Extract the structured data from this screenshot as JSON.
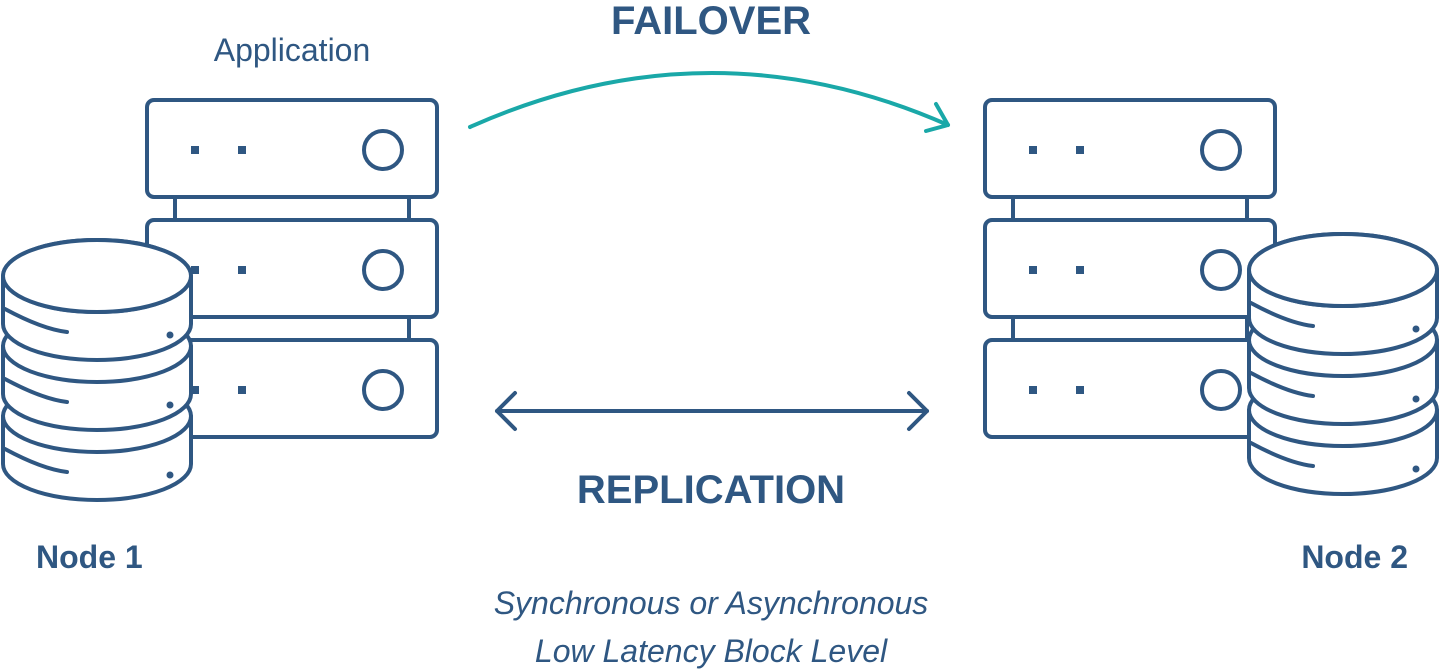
{
  "title_failover": "FAILOVER",
  "label_application": "Application",
  "title_replication": "REPLICATION",
  "node1": "Node 1",
  "node2": "Node 2",
  "replication_mode": "Synchronous or Asynchronous",
  "replication_level": "Low Latency Block Level",
  "colors": {
    "primary": "#2f5782",
    "accent": "#1aa8a8"
  }
}
